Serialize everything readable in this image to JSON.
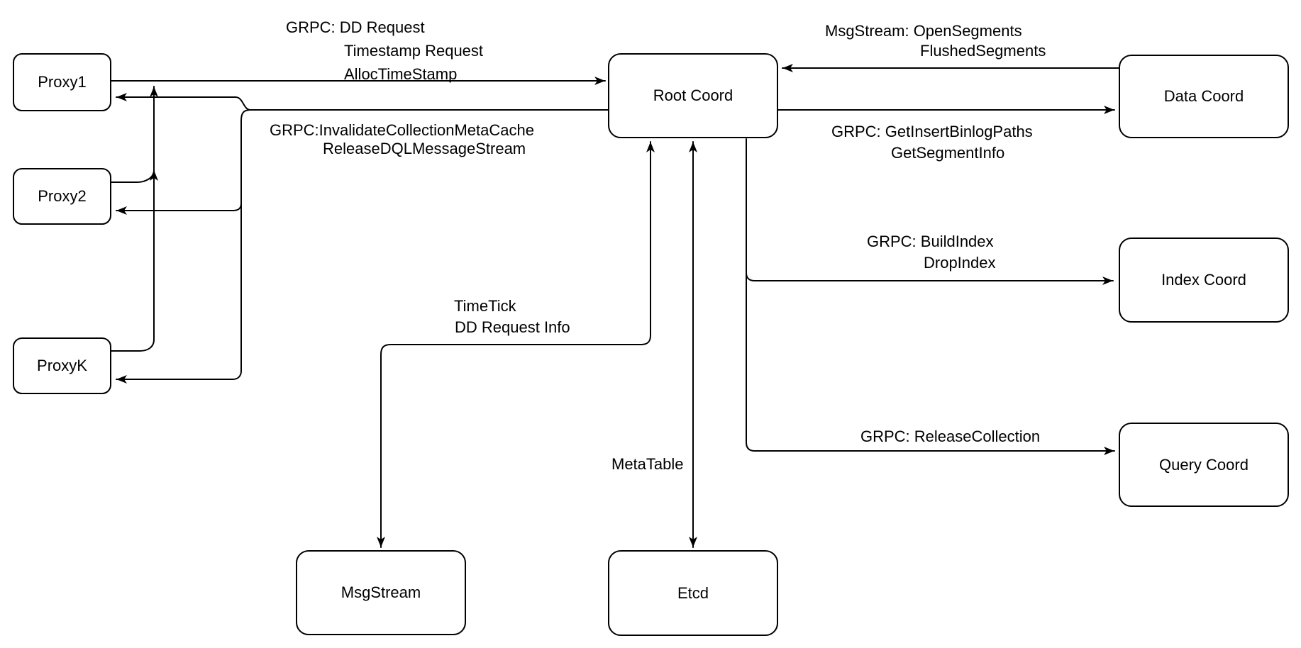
{
  "diagram": {
    "type": "architecture-diagram",
    "colors": {
      "stroke": "#000000",
      "node_fill": "#ffffff",
      "text": "#000000"
    },
    "nodes": {
      "proxy1": {
        "label": "Proxy1"
      },
      "proxy2": {
        "label": "Proxy2"
      },
      "proxyk": {
        "label": "ProxyK"
      },
      "root_coord": {
        "label": "Root Coord"
      },
      "data_coord": {
        "label": "Data Coord"
      },
      "index_coord": {
        "label": "Index Coord"
      },
      "query_coord": {
        "label": "Query Coord"
      },
      "msgstream": {
        "label": "MsgStream"
      },
      "etcd": {
        "label": "Etcd"
      }
    },
    "edge_labels": {
      "proxy_to_root": [
        "GRPC: DD Request",
        "Timestamp Request",
        "AllocTimeStamp"
      ],
      "root_to_proxy": [
        "GRPC:InvalidateCollectionMetaCache",
        "ReleaseDQLMessageStream"
      ],
      "data_to_root": [
        "MsgStream: OpenSegments",
        "FlushedSegments"
      ],
      "root_to_data": [
        "GRPC: GetInsertBinlogPaths",
        "GetSegmentInfo"
      ],
      "root_to_index": [
        "GRPC: BuildIndex",
        "DropIndex"
      ],
      "root_to_query": [
        "GRPC: ReleaseCollection"
      ],
      "root_to_msgstream": [
        "TimeTick",
        "DD Request Info"
      ],
      "root_to_etcd": [
        "MetaTable"
      ]
    }
  }
}
